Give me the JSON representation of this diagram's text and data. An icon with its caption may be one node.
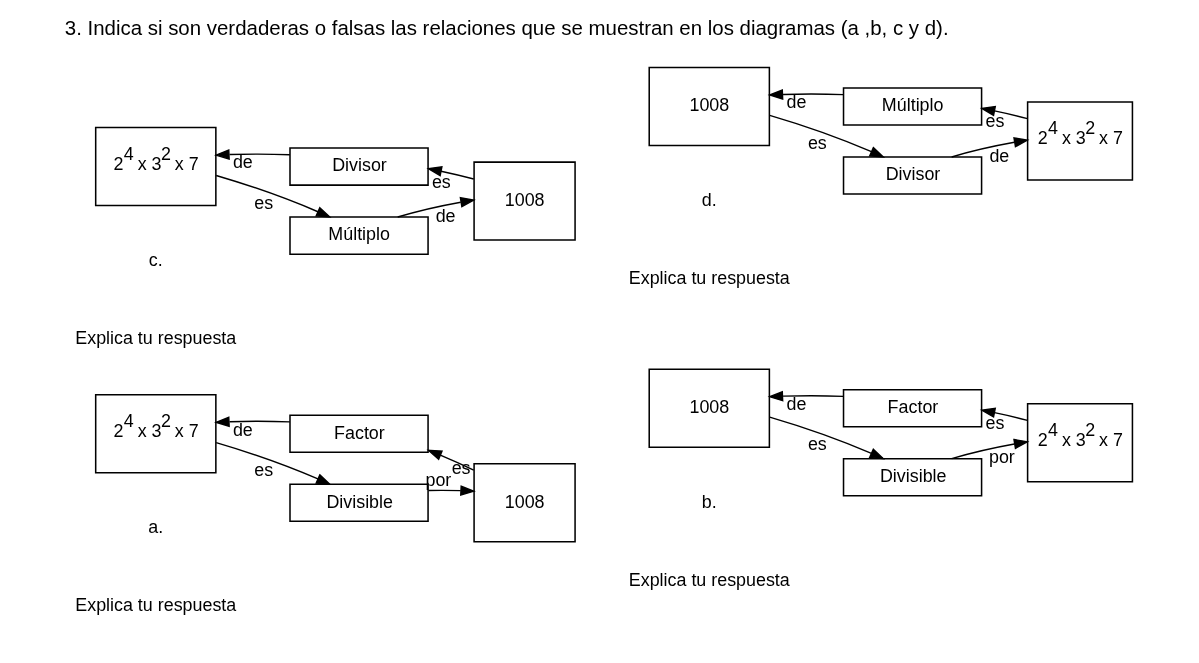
{
  "diagram": {
    "title": "3. Indica si son verdaderas o falsas las relaciones que se muestran en los diagramas (a ,b, c y d).",
    "nodes": [
      {
        "text": [
          "Divisible"
        ]
      },
      {
        "text": [
          "2$^{4}$ x 3$^{2}$ x 7"
        ]
      },
      {
        "text": [
          "1008"
        ]
      },
      {
        "text": [
          "Factor"
        ]
      },
      {
        "text": [
          "Divisible"
        ]
      },
      {
        "text": [
          "1008"
        ]
      },
      {
        "text": [
          "2$^{4}$ x 3$^{2}$ x 7"
        ]
      },
      {
        "text": [
          "Factor"
        ]
      },
      {
        "text": [
          "Múltiplo"
        ]
      },
      {
        "text": [
          "2$^{4}$ x 3$^{2}$ x 7"
        ]
      },
      {
        "text": [
          "1008"
        ]
      },
      {
        "text": [
          "Divisor"
        ]
      },
      {
        "text": [
          "Divisor"
        ]
      },
      {
        "text": [
          "1008"
        ]
      },
      {
        "text": [
          "2$^{4}$ x 3$^{2}$ x 7"
        ]
      },
      {
        "text": [
          "Múltiplo"
        ]
      }
    ],
    "edges": [
      {
        "from": 1,
        "to": 0,
        "arrow": "to",
        "label": "es"
      },
      {
        "from": 0,
        "to": 2,
        "arrow": "to",
        "label": "por"
      },
      {
        "from": 2,
        "to": 3,
        "arrow": "to",
        "label": "es"
      },
      {
        "from": 3,
        "to": 1,
        "arrow": "to",
        "label": "de"
      },
      {
        "from": 5,
        "to": 4,
        "arrow": "to",
        "label": "es"
      },
      {
        "from": 4,
        "to": 6,
        "arrow": "to",
        "label": "por"
      },
      {
        "from": 6,
        "to": 7,
        "arrow": "to",
        "label": "es"
      },
      {
        "from": 7,
        "to": 5,
        "arrow": "to",
        "label": "de"
      },
      {
        "from": 9,
        "to": 8,
        "arrow": "to",
        "label": "es"
      },
      {
        "from": 8,
        "to": 10,
        "arrow": "to",
        "label": "de"
      },
      {
        "from": 10,
        "to": 11,
        "arrow": "to",
        "label": "es"
      },
      {
        "from": 11,
        "to": 9,
        "arrow": "to",
        "label": "de"
      },
      {
        "from": 13,
        "to": 12,
        "arrow": "to",
        "label": "es"
      },
      {
        "from": 12,
        "to": 14,
        "arrow": "to",
        "label": "de"
      },
      {
        "from": 14,
        "to": 15,
        "arrow": "to",
        "label": "es"
      },
      {
        "from": 15,
        "to": 13,
        "arrow": "to",
        "label": "de"
      }
    ],
    "labels": [
      "a.",
      "b.",
      "Explica tu respuesta",
      "Explica tu respuesta",
      "c.",
      "d.",
      "Explica tu respuesta",
      "Explica tu respuesta"
    ]
  }
}
